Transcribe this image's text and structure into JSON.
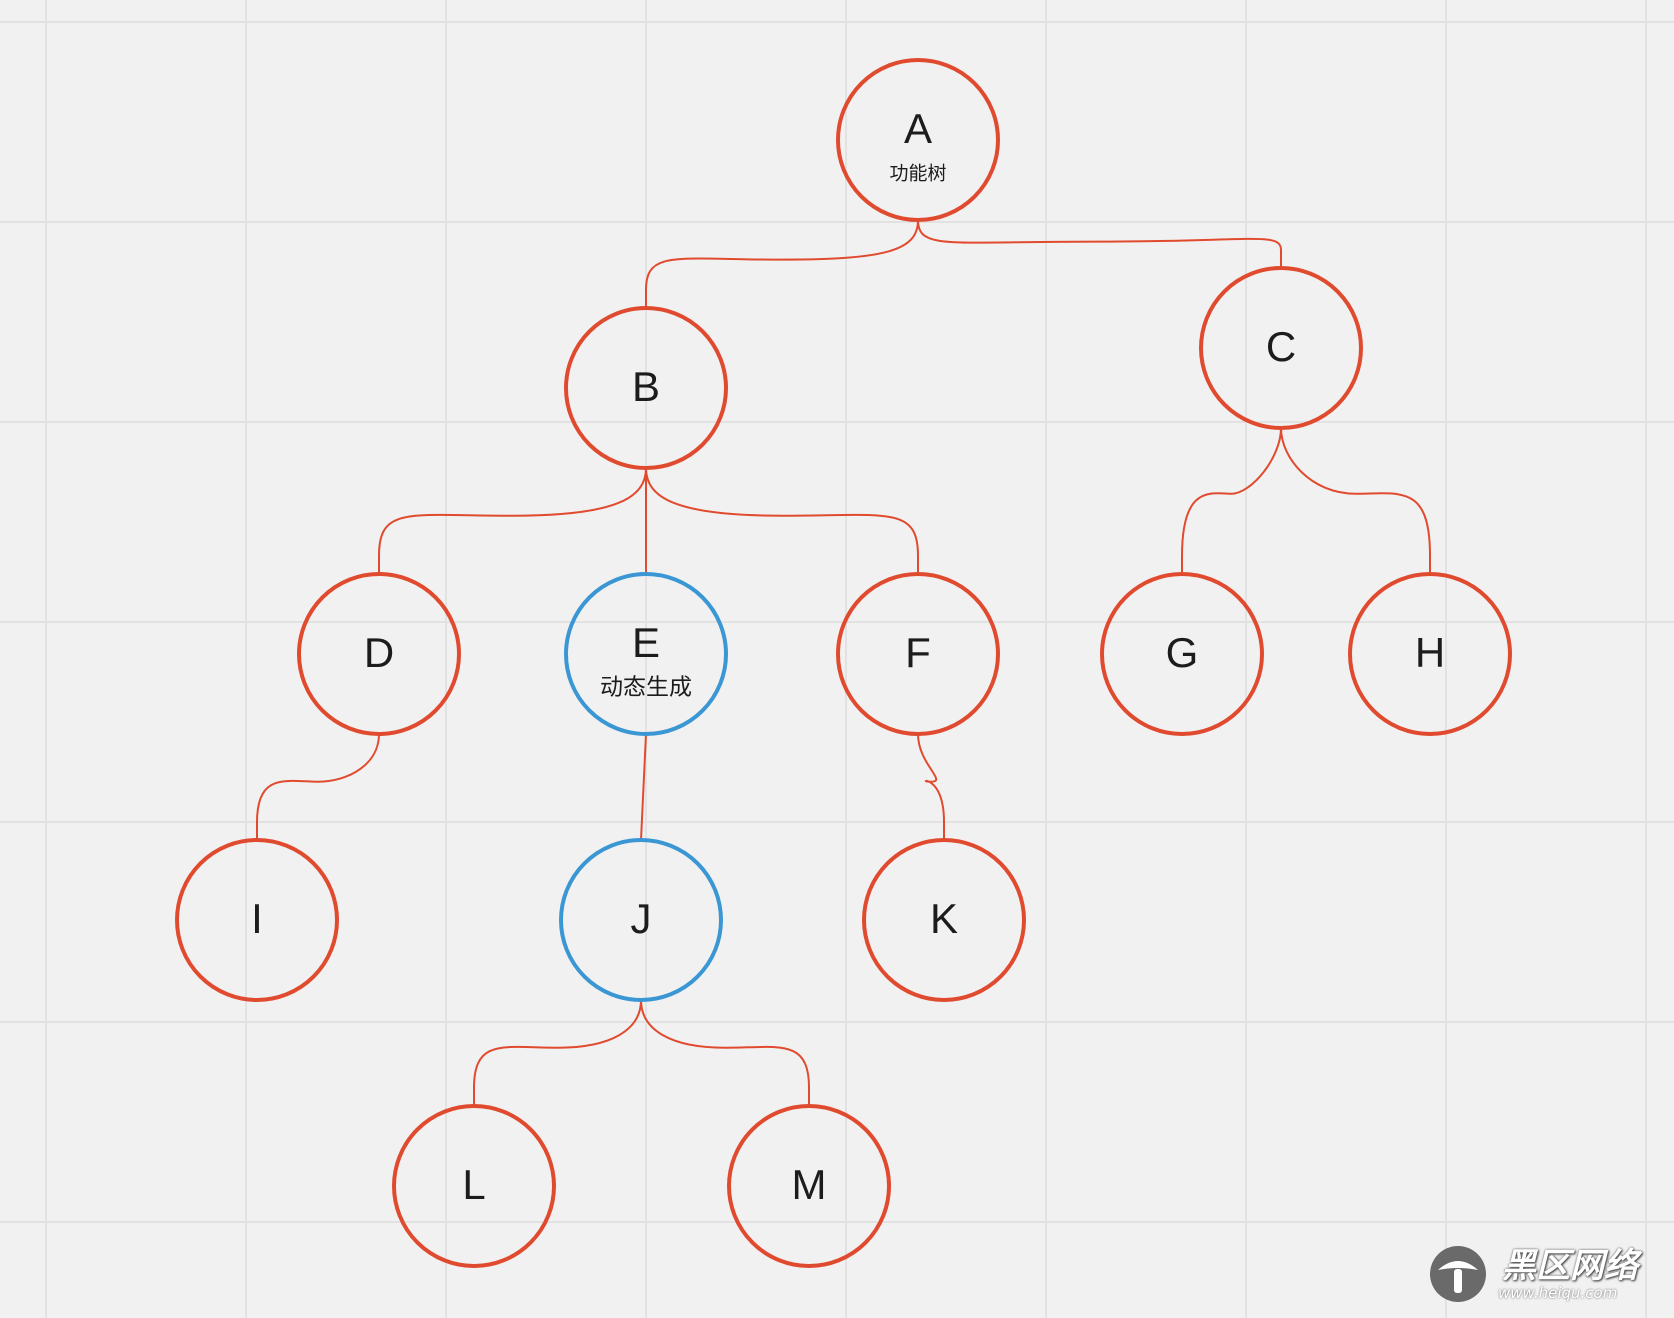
{
  "diagram": {
    "nodes": [
      {
        "id": "A",
        "label": "A",
        "sublabel": "功能树",
        "color": "#e04b2f"
      },
      {
        "id": "B",
        "label": "B",
        "sublabel": "",
        "color": "#e04b2f"
      },
      {
        "id": "C",
        "label": "C",
        "sublabel": "",
        "color": "#e04b2f"
      },
      {
        "id": "D",
        "label": "D",
        "sublabel": "",
        "color": "#e04b2f"
      },
      {
        "id": "E",
        "label": "E",
        "sublabel": "动态生成",
        "color": "#3a97d4"
      },
      {
        "id": "F",
        "label": "F",
        "sublabel": "",
        "color": "#e04b2f"
      },
      {
        "id": "G",
        "label": "G",
        "sublabel": "",
        "color": "#e04b2f"
      },
      {
        "id": "H",
        "label": "H",
        "sublabel": "",
        "color": "#e04b2f"
      },
      {
        "id": "I",
        "label": "I",
        "sublabel": "",
        "color": "#e04b2f"
      },
      {
        "id": "J",
        "label": "J",
        "sublabel": "",
        "color": "#3a97d4"
      },
      {
        "id": "K",
        "label": "K",
        "sublabel": "",
        "color": "#e04b2f"
      },
      {
        "id": "L",
        "label": "L",
        "sublabel": "",
        "color": "#e04b2f"
      },
      {
        "id": "M",
        "label": "M",
        "sublabel": "",
        "color": "#e04b2f"
      }
    ],
    "edges": [
      {
        "from": "A",
        "to": "B"
      },
      {
        "from": "A",
        "to": "C"
      },
      {
        "from": "B",
        "to": "D"
      },
      {
        "from": "B",
        "to": "E"
      },
      {
        "from": "B",
        "to": "F"
      },
      {
        "from": "C",
        "to": "G"
      },
      {
        "from": "C",
        "to": "H"
      },
      {
        "from": "D",
        "to": "I"
      },
      {
        "from": "E",
        "to": "J"
      },
      {
        "from": "F",
        "to": "K"
      },
      {
        "from": "J",
        "to": "L"
      },
      {
        "from": "J",
        "to": "M"
      }
    ],
    "edge_color": "#e04b2f"
  },
  "colors": {
    "background": "#f2f1f1",
    "grid": "#e3e2e2",
    "default_node": "#e04b2f",
    "highlight_node": "#3a97d4"
  },
  "watermark": {
    "text": "黑区网络",
    "url": "www.heiqu.com",
    "icon": "mushroom-logo-icon"
  }
}
